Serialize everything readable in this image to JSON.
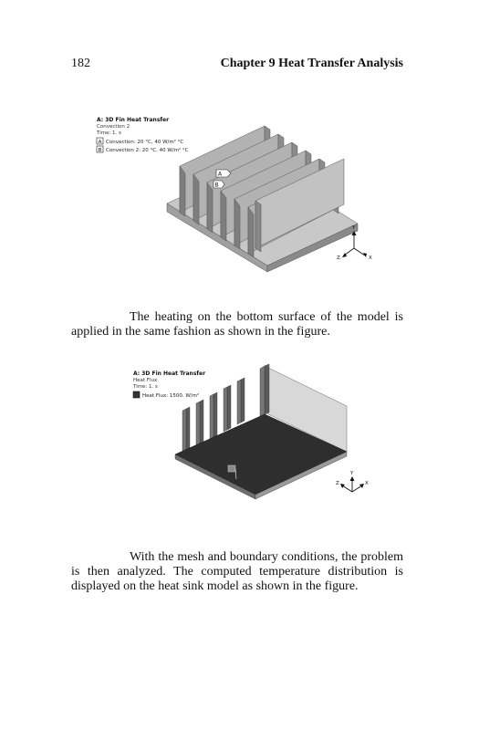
{
  "header": {
    "page_number": "182",
    "chapter_title": "Chapter 9  Heat Transfer Analysis"
  },
  "figure1": {
    "title": "A: 3D Fin Heat Transfer",
    "subtitle": "Convection 2",
    "time": "Time: 1. s",
    "legend": [
      {
        "marker": "A",
        "label": "Convection: 20 °C, 40 W/m² °C"
      },
      {
        "marker": "B",
        "label": "Convection 2: 20 °C, 40 W/m² °C"
      }
    ],
    "callouts": [
      "A",
      "B"
    ],
    "axes": {
      "y": "Y",
      "x": "X",
      "z": "Z"
    }
  },
  "paragraph1": "The heating on the bottom surface of the model is applied in the same fashion as shown in the figure.",
  "figure2": {
    "title": "A: 3D Fin Heat Transfer",
    "subtitle": "Heat Flux",
    "time": "Time: 1. s",
    "legend": [
      {
        "marker": "",
        "label": "Heat Flux: 1500. W/m²"
      }
    ],
    "axes": {
      "y": "Y",
      "x": "X",
      "z": "Z"
    }
  },
  "paragraph2": "With the mesh and boundary conditions, the problem is then analyzed.  The computed temperature distribution is displayed on the heat sink model as shown in the figure."
}
